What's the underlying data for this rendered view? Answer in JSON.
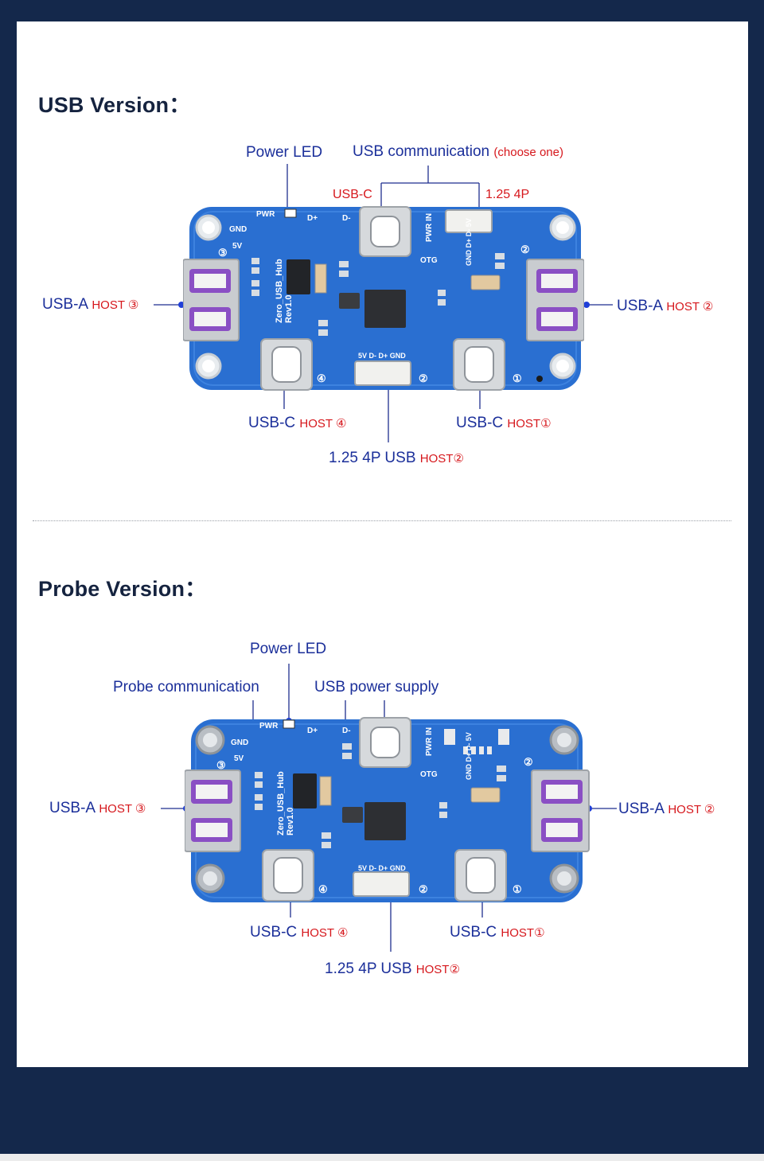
{
  "colors": {
    "background": "#14284b",
    "card": "#ffffff",
    "title": "#15233f",
    "label_blue": "#1b2f9a",
    "label_red": "#d6171c",
    "pcb_blue": "#2a6fd1"
  },
  "usb_section": {
    "title": "USB Version：",
    "labels": {
      "power_led": "Power LED",
      "usb_comm": "USB communication",
      "usb_comm_note": "(choose one)",
      "usb_c_top": "USB-C",
      "p125_top": "1.25 4P",
      "usba_left_main": "USB-A",
      "usba_left_host": "HOST ③",
      "usba_right_main": "USB-A",
      "usba_right_host": "HOST ②",
      "usbc_left_main": "USB-C",
      "usbc_left_host": "HOST ④",
      "usbc_right_main": "USB-C",
      "usbc_right_host": "HOST①",
      "bottom_main": "1.25 4P USB",
      "bottom_host": "HOST②"
    }
  },
  "probe_section": {
    "title": "Probe Version：",
    "labels": {
      "power_led": "Power LED",
      "probe_comm": "Probe communication",
      "usb_power": "USB power supply",
      "usba_left_main": "USB-A",
      "usba_left_host": "HOST ③",
      "usba_right_main": "USB-A",
      "usba_right_host": "HOST ②",
      "usbc_left_main": "USB-C",
      "usbc_left_host": "HOST ④",
      "usbc_right_main": "USB-C",
      "usbc_right_host": "HOST①",
      "bottom_main": "1.25 4P USB",
      "bottom_host": "HOST②"
    }
  },
  "board_silkscreen": {
    "pwr": "PWR",
    "gnd": "GND",
    "v5": "5V",
    "dp": "D+",
    "dm": "D-",
    "pwr_in": "PWR IN",
    "otg": "OTG",
    "name1": "Zero_USB_Hub",
    "name2": "Rev1.0",
    "pins_right": "GND D+ D- 5V",
    "pins_bottom": "5V D- D+ GND",
    "n1": "①",
    "n2": "②",
    "n3": "③",
    "n4": "④"
  }
}
